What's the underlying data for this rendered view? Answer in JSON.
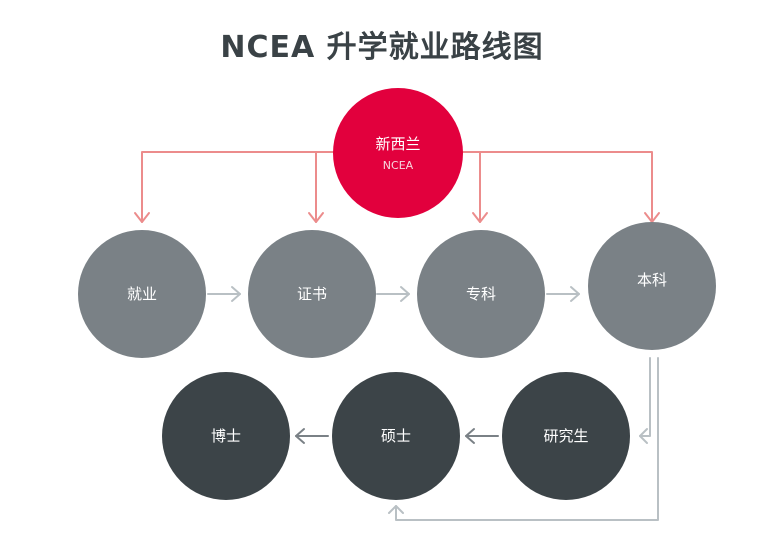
{
  "title": "NCEA 升学就业路线图",
  "colors": {
    "accent": "#e2003d",
    "arrow_red": "#ec8c8c",
    "grey_node": "#7a8186",
    "dark_node": "#3c4448",
    "arrow_grey": "#b9c0c4"
  },
  "root": {
    "label": "新西兰",
    "sublabel": "NCEA"
  },
  "row1": [
    {
      "label": "就业"
    },
    {
      "label": "证书"
    },
    {
      "label": "专科"
    },
    {
      "label": "本科"
    }
  ],
  "row2": [
    {
      "label": "博士"
    },
    {
      "label": "硕士"
    },
    {
      "label": "研究生"
    }
  ]
}
